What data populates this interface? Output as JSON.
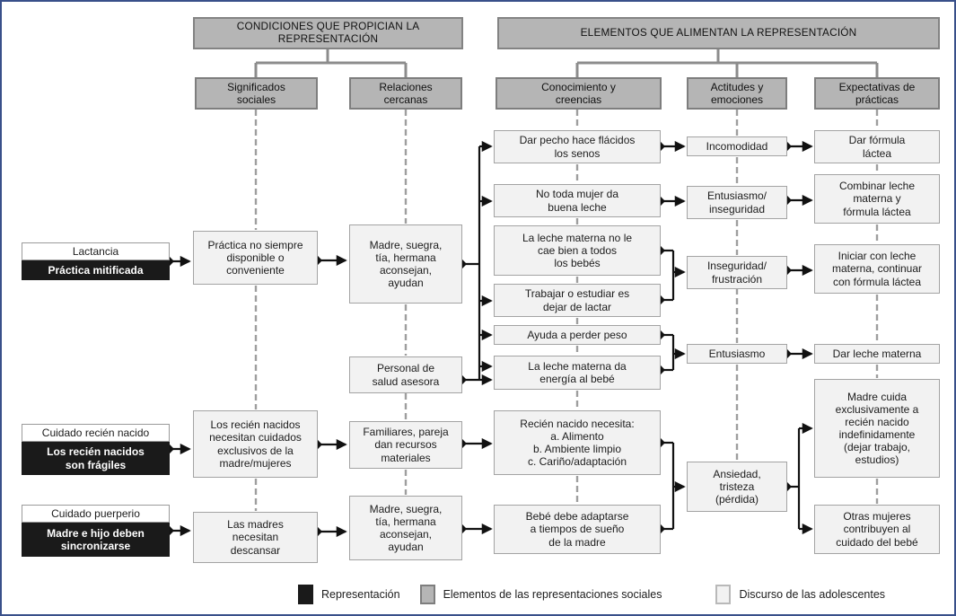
{
  "figure": {
    "headers": {
      "conditions": "CONDICIONES QUE PROPICIAN LA\nREPRESENTACIÓN",
      "elements": "ELEMENTOS QUE ALIMENTAN LA REPRESENTACIÓN"
    },
    "column_headers": {
      "significados": "Significados\nsociales",
      "relaciones": "Relaciones\ncercanas",
      "conocimiento": "Conocimiento y\ncreencias",
      "actitudes": "Actitudes y\nemociones",
      "expectativas": "Expectativas de\nprácticas"
    },
    "topics": [
      {
        "label": "Lactancia",
        "representation": "Práctica mitificada"
      },
      {
        "label": "Cuidado recién nacido",
        "representation": "Los recién nacidos\nson frágiles"
      },
      {
        "label": "Cuidado puerperio",
        "representation": "Madre e hijo deben\nsincronizarse"
      }
    ],
    "significados_boxes": [
      "Práctica no siempre\ndisponible o\nconveniente",
      "Los recién nacidos\nnecesitan cuidados\nexclusivos de la\nmadre/mujeres",
      "Las madres\nnecesitan\ndescansar"
    ],
    "relaciones_boxes": [
      "Madre, suegra,\ntía, hermana\naconsejan,\nayudan",
      "Personal de\nsalud asesora",
      "Familiares, pareja\ndan recursos\nmateriales",
      "Madre, suegra,\ntía, hermana\naconsejan,\nayudan"
    ],
    "conocimiento_boxes": [
      "Dar pecho hace flácidos\nlos senos",
      "No toda mujer da\nbuena leche",
      "La leche materna no le\ncae bien a todos\nlos bebés",
      "Trabajar o estudiar es\ndejar de lactar",
      "Ayuda a perder peso",
      "La leche materna da\nenergía al bebé",
      "Recién nacido necesita:\na. Alimento\nb. Ambiente limpio\nc. Cariño/adaptación",
      "Bebé debe adaptarse\na tiempos de sueño\nde la madre"
    ],
    "actitudes_boxes": [
      "Incomodidad",
      "Entusiasmo/\ninseguridad",
      "Inseguridad/\nfrustración",
      "Entusiasmo",
      "Ansiedad,\ntristeza\n(pérdida)"
    ],
    "expectativas_boxes": [
      "Dar fórmula\nláctea",
      "Combinar leche\nmaterna y\nfórmula láctea",
      "Iniciar con leche\nmaterna, continuar\ncon fórmula láctea",
      "Dar leche materna",
      "Madre cuida\nexclusivamente a\nrecién nacido\nindefinidamente\n(dejar trabajo,\nestudios)",
      "Otras mujeres\ncontribuyen al\ncuidado del bebé"
    ],
    "legend": [
      {
        "label": "Representación",
        "swatch": "#1a1a1a"
      },
      {
        "label": "Elementos de las representaciones sociales",
        "swatch": "#b5b5b5"
      },
      {
        "label": "Discurso de las adolescentes",
        "swatch": "#f2f2f2"
      }
    ],
    "colors": {
      "frame_border": "#39508a",
      "representation_fill": "#1a1a1a",
      "elements_fill": "#b5b5b5",
      "discourse_fill": "#f2f2f2"
    }
  }
}
